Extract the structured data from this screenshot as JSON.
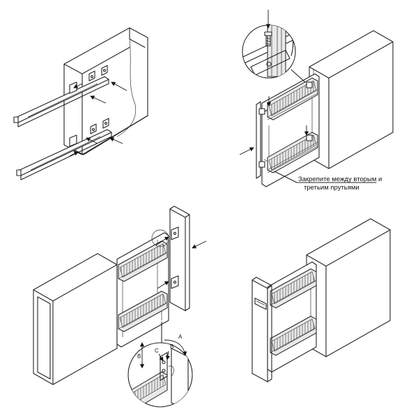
{
  "callout": {
    "line1": "Закрепите между вторым и",
    "line2": "третьим прутьями"
  },
  "detail_labels": {
    "a": "A",
    "b": "B",
    "c": "C",
    "b2": "B"
  }
}
